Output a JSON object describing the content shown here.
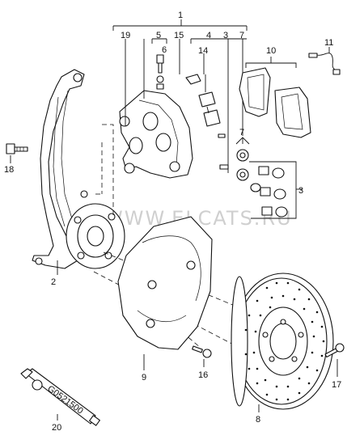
{
  "diagram": {
    "watermark": "WWW.ELCATS.RU",
    "callouts": {
      "c1": "1",
      "c2": "2",
      "c3": "3",
      "c3b": "3",
      "c4": "4",
      "c5": "5",
      "c6": "6",
      "c7": "7",
      "c7b": "7",
      "c8": "8",
      "c9": "9",
      "c10": "10",
      "c11": "11",
      "c14": "14",
      "c15": "15",
      "c16": "16",
      "c17": "17",
      "c18": "18",
      "c19": "19",
      "c20": "20"
    },
    "tube_label": "G0521500"
  }
}
